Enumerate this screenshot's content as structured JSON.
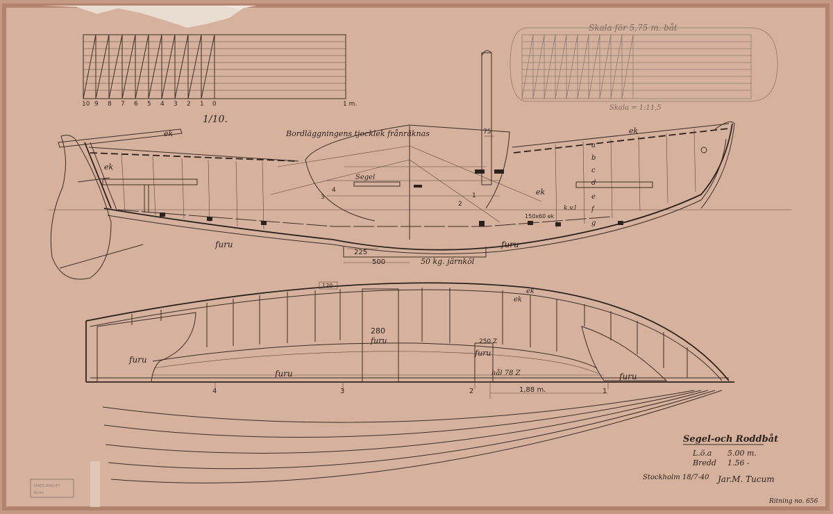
{
  "scale_left": {
    "ticks": [
      "10",
      "9",
      "8",
      "7",
      "6",
      "5",
      "4",
      "3",
      "2",
      "1",
      "0"
    ],
    "end_label": "1 m.",
    "ratio": "1/10."
  },
  "scale_right": {
    "title": "Skala för 5,75 m. båt",
    "ratio": "Skala = 1:11,5"
  },
  "profile": {
    "note_planking": "Bordläggningens tjocklek frånräknas",
    "label_ek_tiller": "ek",
    "label_ek_gunwale": "ek",
    "label_ek_mid": "ek",
    "label_ek_stem": "ek",
    "label_segel": "Segel",
    "label_furu_left": "furu",
    "label_furu_right": "furu",
    "label_75": "75",
    "label_225": "225",
    "label_500": "500",
    "keel_note": "50 kg. järnköl",
    "label_150x60": "150x60 ek",
    "label_kvl": "k.v.l",
    "station_letters": [
      "a",
      "b",
      "c",
      "d",
      "e",
      "f",
      "g"
    ],
    "section_numbers": [
      "3",
      "4",
      "1",
      "2"
    ]
  },
  "plan": {
    "label_120": "120",
    "label_ek_1": "ek",
    "label_ek_2": "ek",
    "label_280": "280",
    "label_furu_centre": "furu",
    "label_250": "250 Z",
    "label_furu_mid": "furu",
    "label_furu_left": "furu",
    "label_furu_bottom": "furu",
    "label_furu_right": "furu",
    "label_hal": "hål 78 Z",
    "label_188": "1,88 m.",
    "stations": [
      "4",
      "3",
      "2",
      "1"
    ]
  },
  "title_block": {
    "title": "Segel-och Roddbåt",
    "loa_label": "L.ö.a",
    "loa_value": "5.00 m.",
    "bredd_label": "Bredd",
    "bredd_value": "1.56 -",
    "place_date": "Stockholm 18/7-40",
    "signature": "Jar.M. Tucum",
    "drawing_no": "Ritning no. 656"
  },
  "stamp": {
    "line1": "STADS ARKIVET",
    "line2": "Sthlm"
  },
  "colors": {
    "paper": "#cfa792",
    "paper_light": "#d9b6a2",
    "ink": "#2b211d",
    "edge": "#b88a72"
  }
}
